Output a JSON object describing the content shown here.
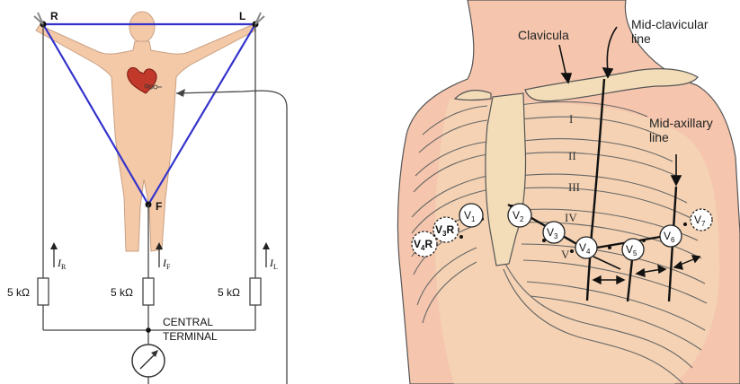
{
  "left": {
    "limb_labels": {
      "right_arm": "R",
      "left_arm": "L",
      "foot": "F"
    },
    "current_labels": {
      "right": {
        "main": "I",
        "sub": "R"
      },
      "foot": {
        "main": "I",
        "sub": "F"
      },
      "left": {
        "main": "I",
        "sub": "L"
      }
    },
    "resistors": [
      "5 kΩ",
      "5 kΩ",
      "5 kΩ"
    ],
    "central_terminal": [
      "CENTRAL",
      "TERMINAL"
    ],
    "colors": {
      "skin": "#f4c9a8",
      "triangle": "#3333cc",
      "heart": "#c0392b",
      "wire": "#444444"
    }
  },
  "right": {
    "annotations": {
      "clavicula": "Clavicula",
      "mid_clavicular": [
        "Mid-clavicular",
        "line"
      ],
      "mid_axillary": [
        "Mid-axillary",
        "line"
      ]
    },
    "rib_numbers": [
      "I",
      "II",
      "III",
      "IV",
      "V"
    ],
    "electrodes": [
      {
        "id": "v1",
        "main": "V",
        "sub": "1",
        "dashed": false
      },
      {
        "id": "v2",
        "main": "V",
        "sub": "2",
        "dashed": false
      },
      {
        "id": "v3",
        "main": "V",
        "sub": "3",
        "dashed": false
      },
      {
        "id": "v4",
        "main": "V",
        "sub": "4",
        "dashed": false
      },
      {
        "id": "v5",
        "main": "V",
        "sub": "5",
        "dashed": false
      },
      {
        "id": "v6",
        "main": "V",
        "sub": "6",
        "dashed": false
      },
      {
        "id": "v7",
        "main": "V",
        "sub": "7",
        "dashed": true
      },
      {
        "id": "v3r",
        "main": "V",
        "sub": "3",
        "suffix": "R",
        "dashed": true
      },
      {
        "id": "v4r",
        "main": "V",
        "sub": "4",
        "suffix": "R",
        "dashed": true
      }
    ],
    "colors": {
      "skin": "#f5c6ad",
      "bone": "#f3dcb8",
      "outline": "#555555",
      "line": "#111111"
    }
  }
}
